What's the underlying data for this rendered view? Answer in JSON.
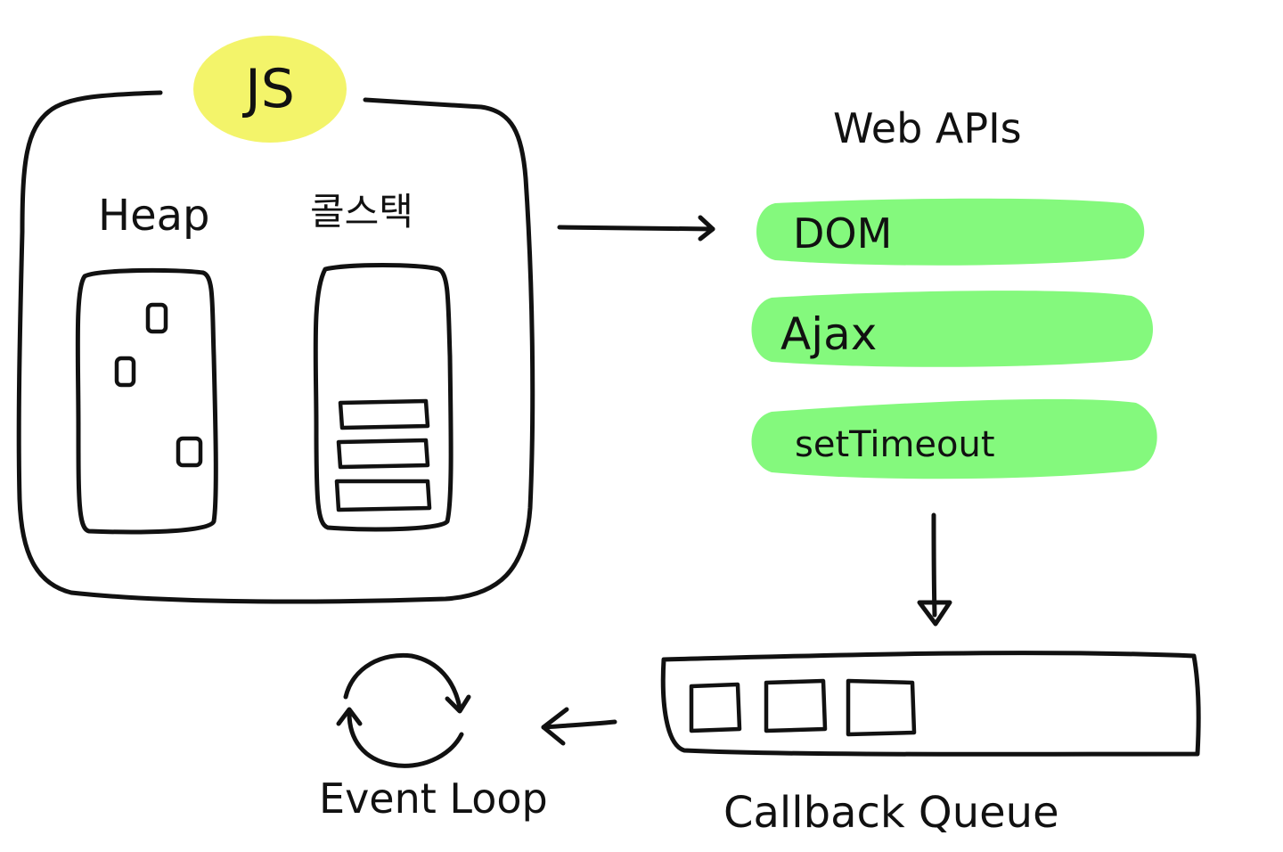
{
  "diagram": {
    "js_badge": {
      "label": "JS",
      "color": "#f3f46a"
    },
    "engine": {
      "heap_label": "Heap",
      "stack_label": "콜스택"
    },
    "web_apis": {
      "title": "Web APIs",
      "color": "#84f97d",
      "items": [
        {
          "label": "DOM"
        },
        {
          "label": "Ajax"
        },
        {
          "label": "setTimeout"
        }
      ]
    },
    "callback_queue": {
      "label": "Callback Queue"
    },
    "event_loop": {
      "label": "Event Loop"
    },
    "stroke_color": "#111111"
  }
}
